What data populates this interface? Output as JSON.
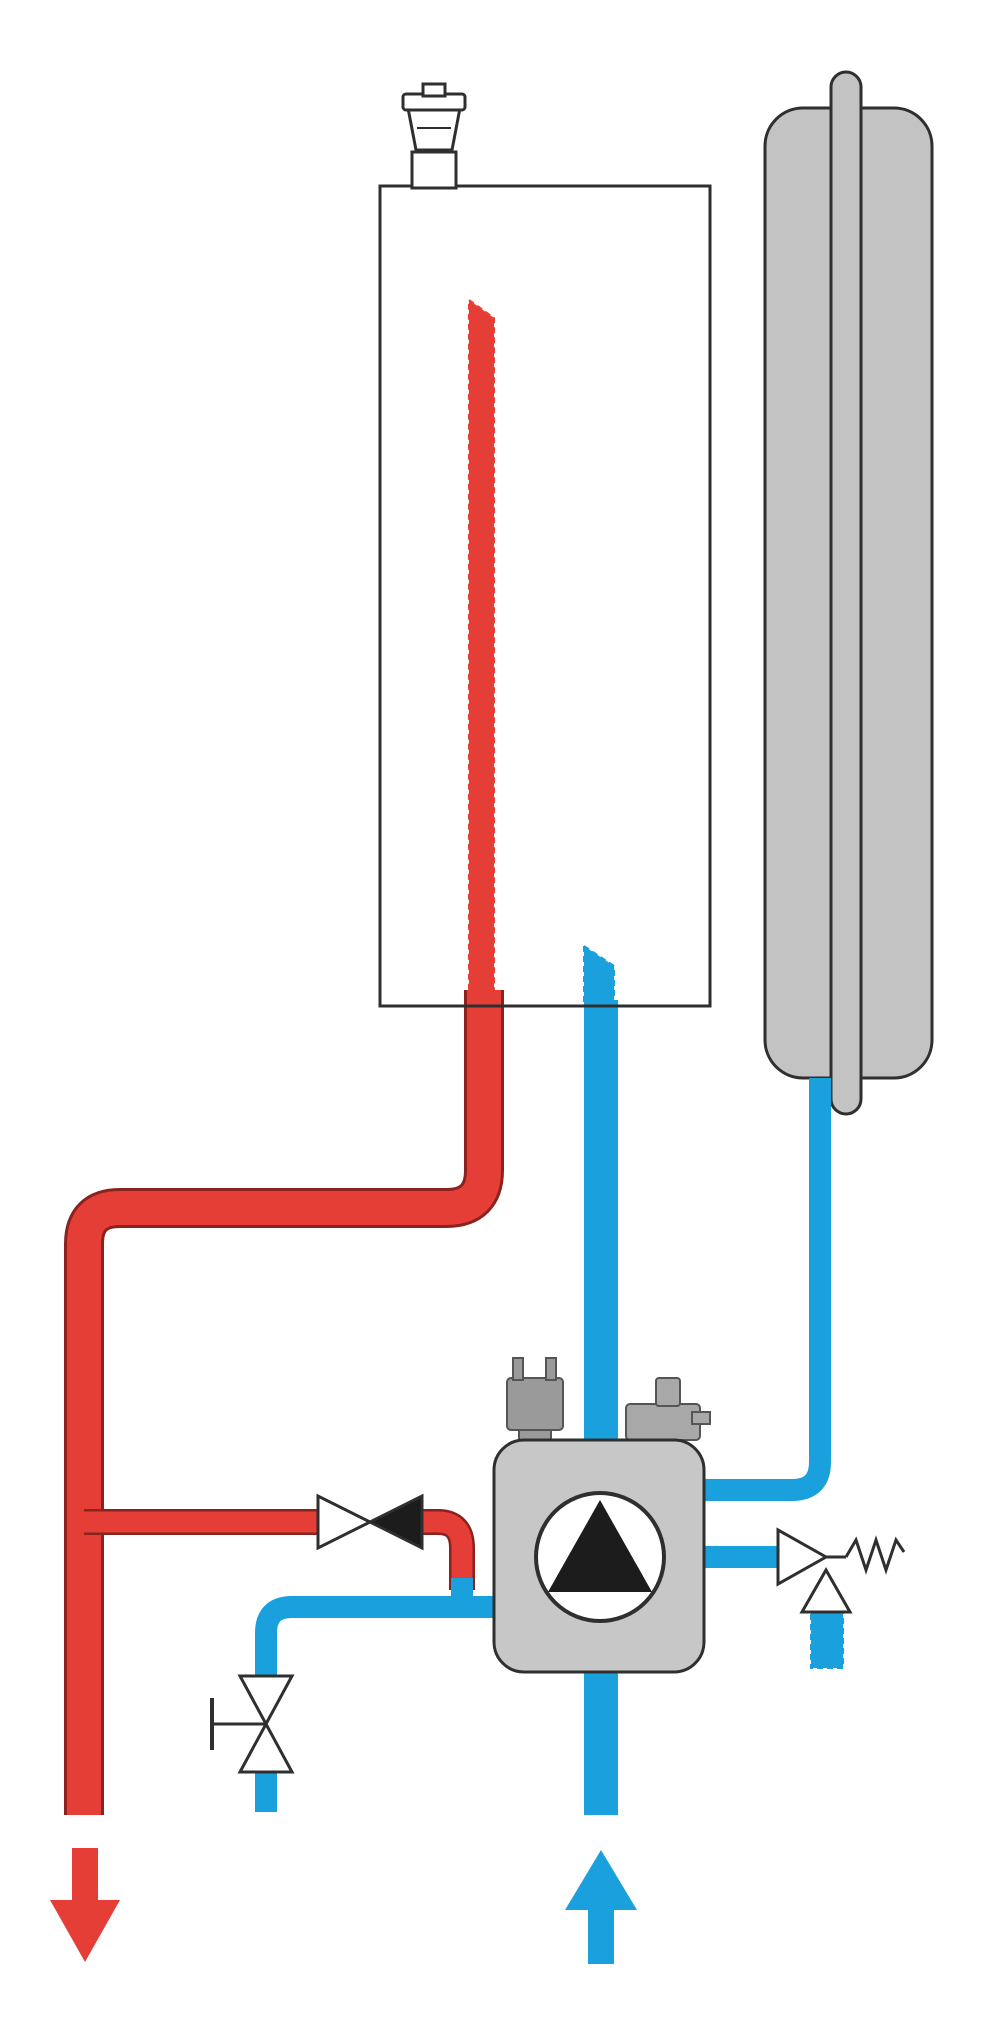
{
  "colors": {
    "background": "#ffffff",
    "hot": "#e53e37",
    "cold": "#1aa0dc",
    "outline": "#2f2f2f",
    "tank_fill": "#c3c3c3",
    "pump_body": "#c7c7c7",
    "component_gray": "#9a9a9a",
    "pump_triangle": "#1c1c1c"
  },
  "components": [
    {
      "name": "boiler-vessel",
      "icon": "rectangle-tank"
    },
    {
      "name": "automatic-air-vent",
      "icon": "air-vent-icon"
    },
    {
      "name": "expansion-vessel",
      "icon": "expansion-tank-icon"
    },
    {
      "name": "heating-element",
      "icon": "dashed-red-element"
    },
    {
      "name": "circulation-pump",
      "icon": "pump-icon"
    },
    {
      "name": "pressure-sensor",
      "icon": "sensor-icon"
    },
    {
      "name": "flow-switch",
      "icon": "switch-icon"
    },
    {
      "name": "bypass-check-valve",
      "icon": "check-valve-icon"
    },
    {
      "name": "drain-valve",
      "icon": "gate-valve-icon"
    },
    {
      "name": "safety-relief-valve",
      "icon": "relief-valve-icon"
    }
  ],
  "flows": [
    {
      "name": "supply-outlet",
      "direction": "down",
      "medium": "hot"
    },
    {
      "name": "return-inlet",
      "direction": "up",
      "medium": "cold"
    }
  ]
}
